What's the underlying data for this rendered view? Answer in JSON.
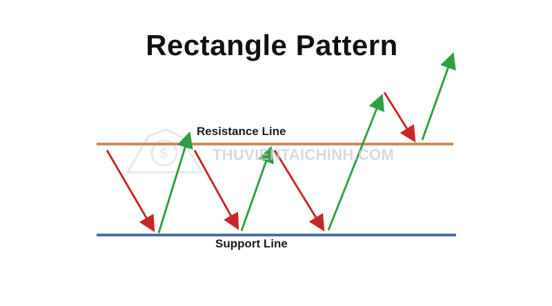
{
  "title": "Rectangle Pattern",
  "resistance_label": "Resistance Line",
  "support_label": "Support Line",
  "watermark_text": "THUVIENTAICHINH.COM",
  "colors": {
    "resistance_line": "#c98a5a",
    "support_line": "#4a6fa8",
    "down_arrow": "#c62828",
    "up_arrow": "#2ea043",
    "title": "#111111",
    "watermark": "#c9cdd3"
  },
  "icons": [
    "dollar-shield-watermark-icon",
    "arrow-down",
    "arrow-up"
  ]
}
